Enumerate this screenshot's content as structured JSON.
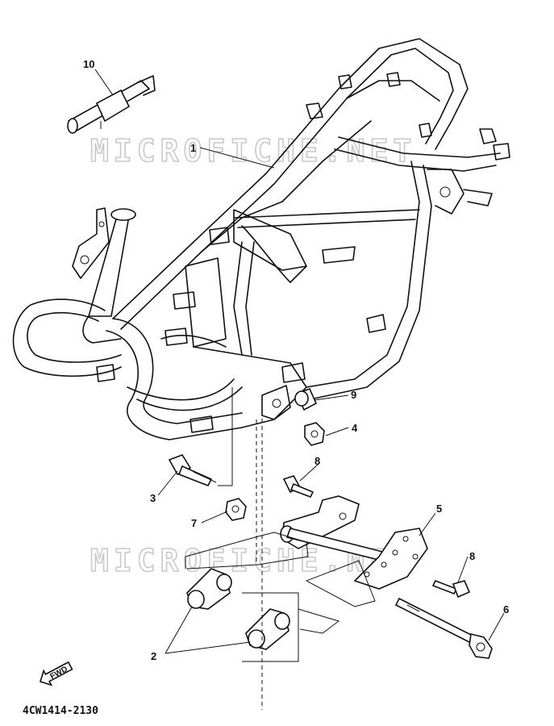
{
  "watermark": "MICROFICHE.NET",
  "diagram_code": "4CW1414-2130",
  "fwd_label": "FWD",
  "callouts": [
    {
      "id": "c1",
      "label": "1"
    },
    {
      "id": "c2",
      "label": "2"
    },
    {
      "id": "c3",
      "label": "3"
    },
    {
      "id": "c4",
      "label": "4"
    },
    {
      "id": "c5",
      "label": "5"
    },
    {
      "id": "c6",
      "label": "6"
    },
    {
      "id": "c7",
      "label": "7"
    },
    {
      "id": "c8a",
      "label": "8"
    },
    {
      "id": "c8b",
      "label": "8"
    },
    {
      "id": "c9",
      "label": "9"
    },
    {
      "id": "c10",
      "label": "10"
    }
  ]
}
